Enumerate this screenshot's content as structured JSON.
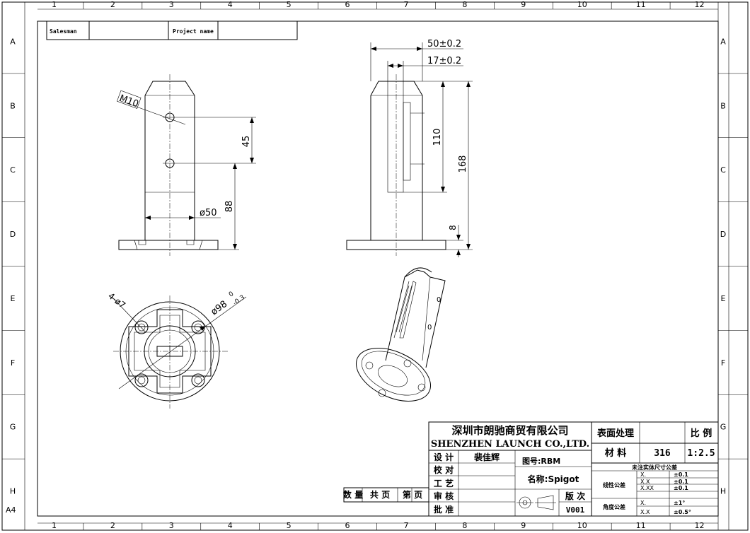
{
  "sheet": {
    "col_labels": [
      "1",
      "2",
      "3",
      "4",
      "5",
      "6",
      "7",
      "8",
      "9",
      "10",
      "11",
      "12"
    ],
    "row_labels": [
      "A",
      "B",
      "C",
      "D",
      "E",
      "F",
      "G",
      "H"
    ],
    "size_label": "A4"
  },
  "header": {
    "salesman_label": "Salesman",
    "salesman_value": "",
    "project_label": "Project name",
    "project_value": ""
  },
  "dimensions": {
    "thread": "M10",
    "hole_spacing": "45",
    "hole_height": "88",
    "diameter_tube": "ø50",
    "width_total": "50±0.2",
    "slot_width": "17±0.2",
    "slot_height": "110",
    "total_height": "168",
    "base_thickness": "8",
    "bolt_holes": "4-ø7",
    "base_diameter": "ø98",
    "base_tol_upper": "0",
    "base_tol_lower": "-0.3",
    "iso_mark_1": "0",
    "iso_mark_2": "0"
  },
  "title_block": {
    "company_cn": "深圳市朗驰商贸有限公司",
    "company_en": "SHENZHEN LAUNCH CO.,LTD.",
    "surface_label": "表面处理",
    "surface_value": "",
    "scale_label": "比 例",
    "material_label": "材 料",
    "material_value": "316",
    "scale_value": "1:2.5",
    "design_label": "设 计",
    "designer": "裴佳辉",
    "drawing_no": "图号:RBM",
    "check_label": "校 对",
    "name": "名称:Spigot",
    "process_label": "工 艺",
    "audit_label": "审 核",
    "approve_label": "批 准",
    "version_label": "版 次",
    "version_value": "V001",
    "qty_label": "数 量",
    "total_pages_label": "共 页",
    "page_label": "第 页",
    "tolerance_title": "未注实体尺寸公差",
    "linear_label": "线性公差",
    "angular_label": "角度公差",
    "linear_rows": [
      {
        "fmt": "X.",
        "tol": "±0.1"
      },
      {
        "fmt": "X.X",
        "tol": "±0.1"
      },
      {
        "fmt": "X.XX",
        "tol": "±0.1"
      }
    ],
    "angular_rows": [
      {
        "fmt": "X.",
        "tol": "±1°"
      },
      {
        "fmt": "X.X",
        "tol": "±0.5°"
      }
    ]
  }
}
